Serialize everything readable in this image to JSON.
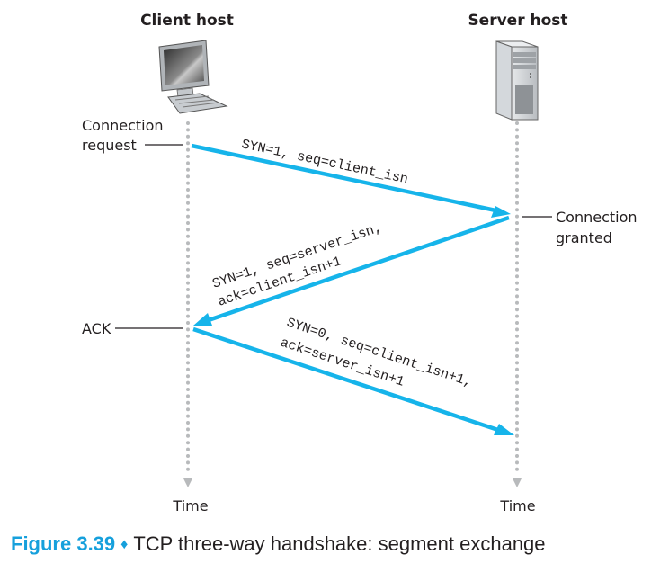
{
  "hosts": {
    "client": {
      "label": "Client host",
      "icon": "desktop-computer-icon"
    },
    "server": {
      "label": "Server host",
      "icon": "server-tower-icon"
    }
  },
  "annotations": {
    "connection_request": [
      "Connection",
      "request"
    ],
    "connection_granted": [
      "Connection",
      "granted"
    ],
    "ack": "ACK"
  },
  "segments": [
    {
      "from": "client",
      "to": "server",
      "lines": [
        "SYN=1, seq=client_isn"
      ]
    },
    {
      "from": "server",
      "to": "client",
      "lines": [
        "SYN=1, seq=server_isn,",
        "ack=client_isn+1"
      ]
    },
    {
      "from": "client",
      "to": "server",
      "lines": [
        "SYN=0, seq=client_isn+1,",
        "ack=server_isn+1"
      ]
    }
  ],
  "timelines": {
    "client_label": "Time",
    "server_label": "Time"
  },
  "caption": {
    "figure": "Figure 3.39",
    "separator": "♦",
    "text": "TCP three-way handshake: segment exchange"
  },
  "colors": {
    "arrow": "#16b4ea",
    "timeline_dots": "#b8babc",
    "caption_accent": "#16a0dc",
    "text": "#231f20"
  }
}
